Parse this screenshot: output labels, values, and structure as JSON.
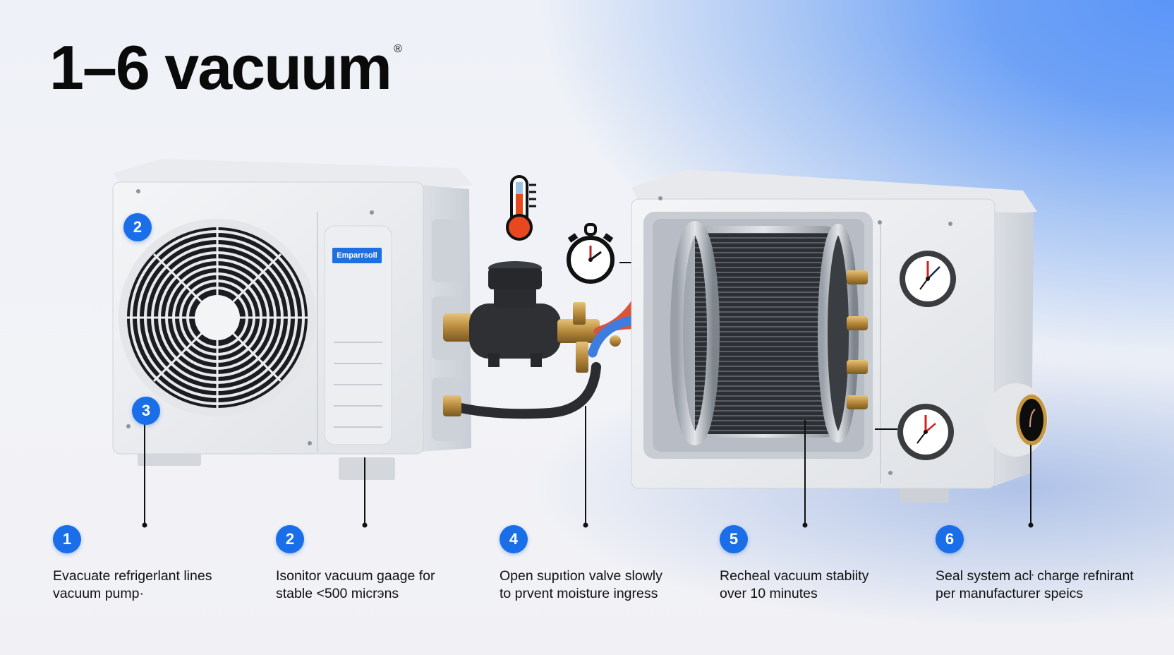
{
  "title": {
    "text": "1–6 vacuum",
    "registered_mark": "®"
  },
  "colors": {
    "accent_blue": "#1a6ee8",
    "background_blue": "#5b96f8",
    "pipe_red": "#d9543b",
    "pipe_blue": "#3d7de0",
    "brass": "#c79a4a",
    "unit_white": "#e9ebee"
  },
  "diagram": {
    "left_unit": {
      "label": "Outdoor condenser unit with fan",
      "brand_plate": "Emparrsoll",
      "badges": [
        "2",
        "3"
      ]
    },
    "center": {
      "icons": [
        "thermometer-icon",
        "stopwatch-icon"
      ],
      "valve": "Black vacuum valve with brass fittings"
    },
    "right_unit": {
      "label": "Cutaway unit with coil, red & blue refrigerant lines",
      "gauges": [
        "upper-pressure-gauge",
        "lower-pressure-gauge"
      ]
    }
  },
  "steps": [
    {
      "number": "1",
      "line1": "Evacuate refrigerlant lines",
      "line2": "vacuum pump·"
    },
    {
      "number": "2",
      "line1": "Isonitor vacuum gaage for",
      "line2": "stable <500 micrэns"
    },
    {
      "number": "4",
      "line1": "Open supıtion valve slowly",
      "line2": "to prvent moisture ingress"
    },
    {
      "number": "5",
      "line1": "Recheal vacuum stabiity",
      "line2": "over 10 minutes"
    },
    {
      "number": "6",
      "line1": "Seal system acŀ charge refnirant",
      "line2": "per manufacturer speics"
    }
  ]
}
